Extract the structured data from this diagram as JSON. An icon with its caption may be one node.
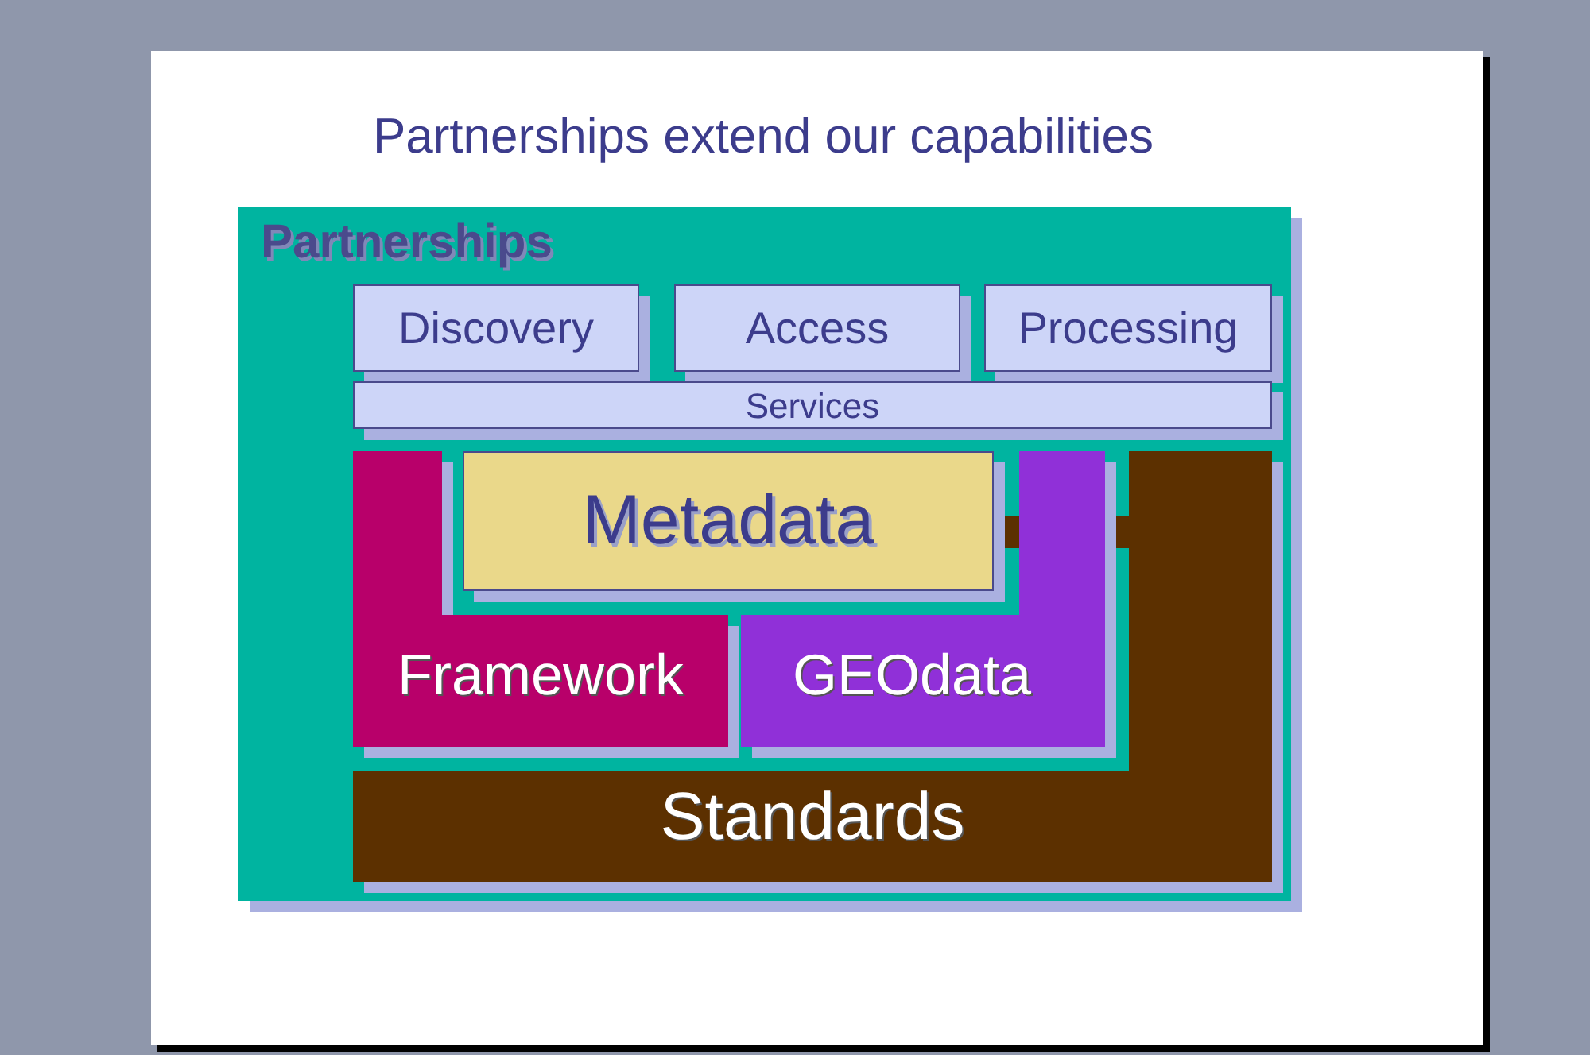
{
  "diagram": {
    "title": "Partnerships extend our capabilities",
    "nodes": [
      {
        "text": [
          "Partnerships"
        ]
      },
      {
        "text": [
          "Discovery"
        ],
        "in": 0
      },
      {
        "text": [
          "Access"
        ],
        "in": 0
      },
      {
        "text": [
          "Processing"
        ],
        "in": 0
      },
      {
        "text": [
          "Services"
        ],
        "in": 0
      },
      {
        "text": [
          "Standards"
        ],
        "in": 0
      },
      {
        "text": [
          "Framework"
        ],
        "in": 0
      },
      {
        "text": [
          "GEOdata"
        ],
        "in": 0
      },
      {
        "text": [
          "Metadata"
        ],
        "in": 0
      }
    ]
  }
}
